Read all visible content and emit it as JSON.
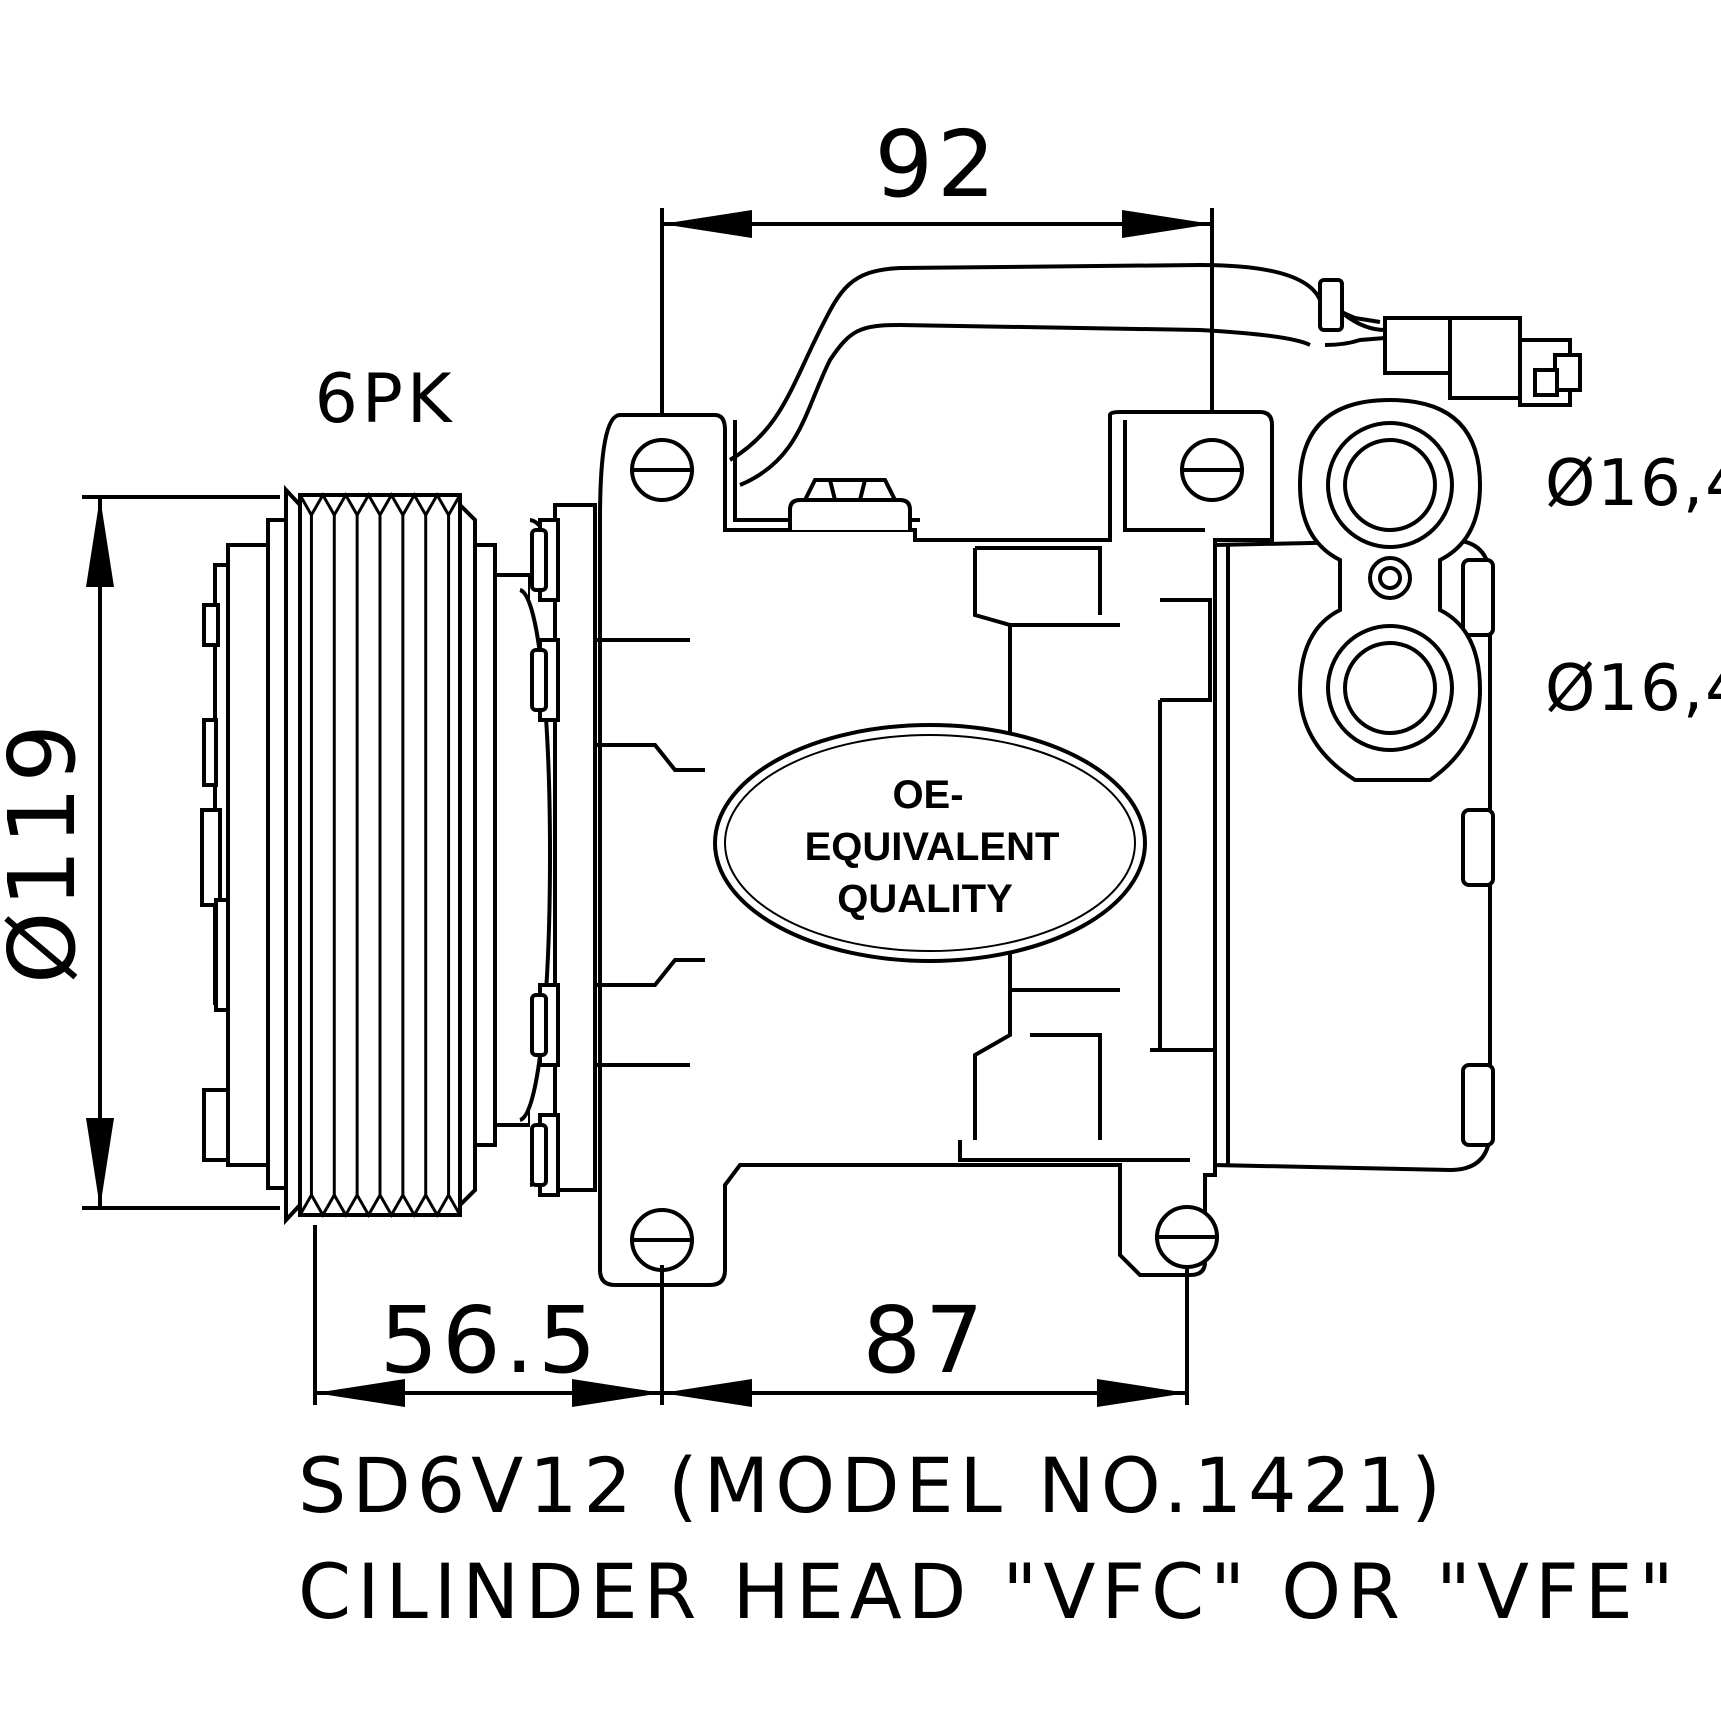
{
  "dimensions": {
    "top_width": "92",
    "belt_profile": "6PK",
    "pulley_diameter": "Ø119",
    "port_upper_diameter": "Ø16,4",
    "port_lower_diameter": "Ø16,4",
    "pulley_offset": "56.5",
    "bottom_width": "87"
  },
  "badge": {
    "line1": "OE-",
    "line2": "EQUIVALENT",
    "line3": "QUALITY"
  },
  "caption": {
    "line1": "SD6V12 (MODEL NO.1421)",
    "line2": "CILINDER HEAD \"VFC\" OR \"VFE\""
  },
  "colors": {
    "ink": "#000000",
    "paper": "#ffffff"
  }
}
